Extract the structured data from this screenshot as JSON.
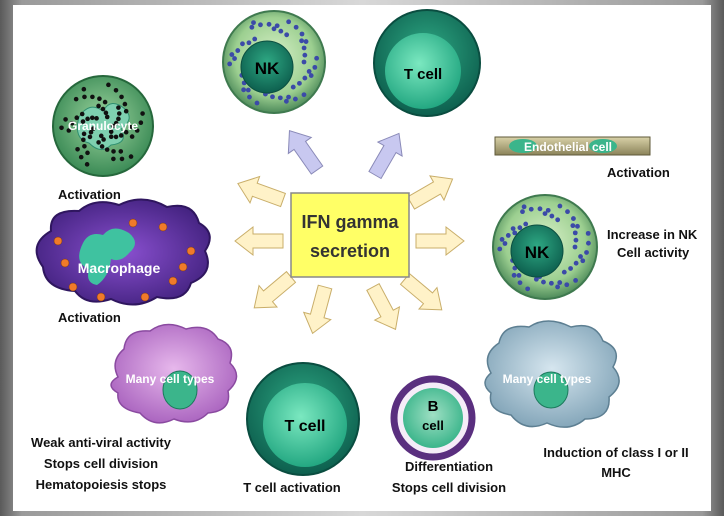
{
  "center": {
    "line1": "IFN gamma",
    "line2": "secretion"
  },
  "cells": {
    "nk_top": "NK",
    "t_top": "T cell",
    "granulocyte": "Granulocyte",
    "endothelial": "Endothelial cell",
    "nk_right": "NK",
    "macrophage": "Macrophage",
    "many_left": "Many cell types",
    "t_bottom": "T cell",
    "b_cell_1": "B",
    "b_cell_2": "cell",
    "many_right": "Many cell types"
  },
  "labels": {
    "granulocyte_effect": "Activation",
    "endothelial_effect": "Activation",
    "nk_effect_1": "Increase in NK",
    "nk_effect_2": "Cell activity",
    "macrophage_effect": "Activation",
    "many_left_1": "Weak anti-viral activity",
    "many_left_2": "Stops cell division",
    "many_left_3": "Hematopoiesis stops",
    "t_effect": "T cell activation",
    "b_effect_1": "Differentiation",
    "b_effect_2": "Stops cell division",
    "many_right_1": "Induction of class I or II",
    "many_right_2": "MHC"
  },
  "colors": {
    "center_fill": "#ffff66",
    "inbound_arrow": "#c8c8f0",
    "outbound_arrow": "#fff2c8",
    "green_cell": "#1f8a6a",
    "green_nucleus": "#3cc19a",
    "purple_cell": "#7a3bb0",
    "pink_cell": "#c888d8"
  }
}
